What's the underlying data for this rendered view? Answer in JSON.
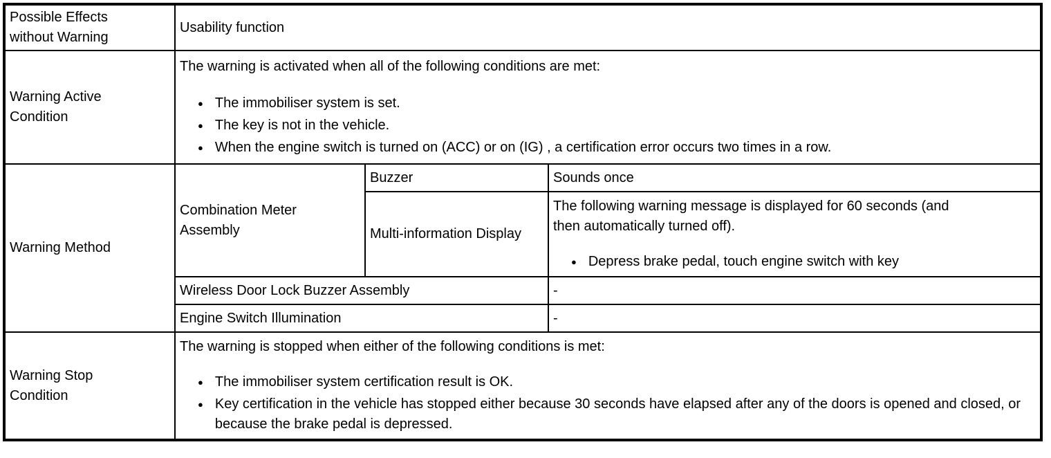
{
  "icons": {
    "bullet": "●"
  },
  "table": {
    "possible_effects": {
      "label": "Possible Effects without Warning",
      "value": "Usability function"
    },
    "warning_active": {
      "label": "Warning Active Condition",
      "intro": "The warning is activated when all of the following conditions are met:",
      "bullets": [
        "The immobiliser system is set.",
        "The key is not in the vehicle.",
        "When the engine switch is turned on (ACC) or on (IG) , a certification error occurs two times in a row."
      ]
    },
    "warning_method": {
      "label": "Warning Method",
      "combination_meter": {
        "label": "Combination Meter Assembly",
        "buzzer": {
          "label": "Buzzer",
          "value": "Sounds once"
        },
        "multi_info": {
          "label": "Multi-information Display",
          "intro": "The following warning message is displayed for 60 seconds (and then automatically turned off).",
          "bullets": [
            "Depress brake pedal, touch engine switch with key"
          ]
        }
      },
      "wireless_door_lock": {
        "label": "Wireless Door Lock Buzzer Assembly",
        "value": "-"
      },
      "engine_switch_illumination": {
        "label": "Engine Switch Illumination",
        "value": "-"
      }
    },
    "warning_stop": {
      "label": "Warning Stop Condition",
      "intro": "The warning is stopped when either of the following conditions is met:",
      "bullets": [
        "The immobiliser system certification result is OK.",
        "Key certification in the vehicle has stopped either because 30 seconds have elapsed after any of the doors is opened and closed, or because the brake pedal is depressed."
      ]
    }
  }
}
